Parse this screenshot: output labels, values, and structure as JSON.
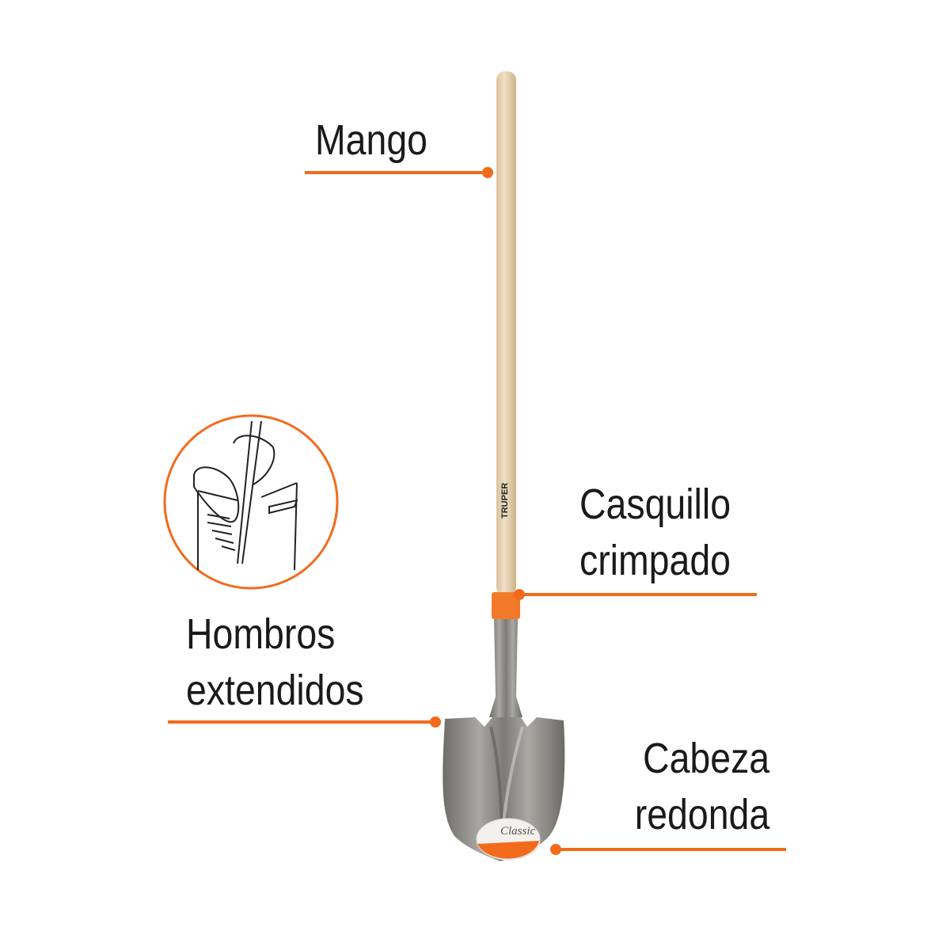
{
  "colors": {
    "accent": "#f26b1d",
    "text": "#1a1a1a",
    "wood": "#e6d2b4",
    "steel": "#8f8d87"
  },
  "labels": {
    "handle": "Mango",
    "ferrule": [
      "Casquillo",
      "crimpado"
    ],
    "shoulders": [
      "Hombros",
      "extendidos"
    ],
    "head": [
      "Cabeza",
      "redonda"
    ]
  },
  "logos": {
    "handle_brand": "TRUPER",
    "head_sticker": "Classic"
  },
  "inset": {
    "icon": "foot-stepping-on-shovel-shoulder-illustration"
  }
}
